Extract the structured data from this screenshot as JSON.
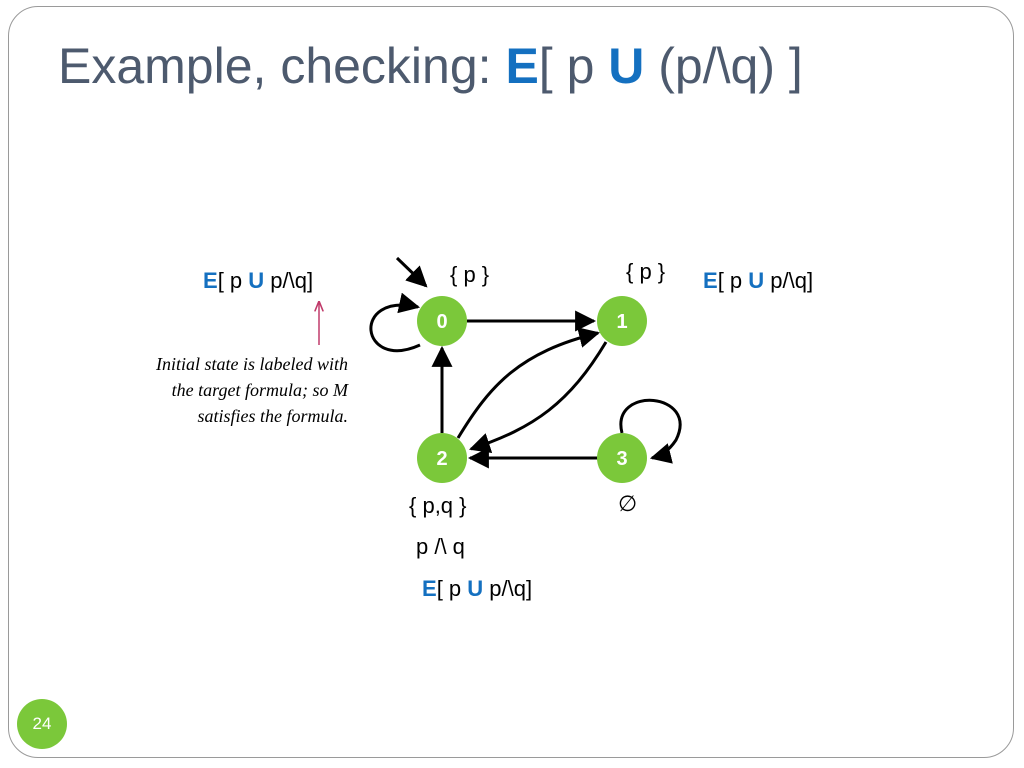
{
  "title": {
    "prefix": "Example, checking:  ",
    "E": "E",
    "part1": "[ p ",
    "U": "U",
    "part2": " (p/\\q) ]"
  },
  "states": [
    {
      "id": "0",
      "label_set": "{ p }"
    },
    {
      "id": "1",
      "label_set": "{ p }"
    },
    {
      "id": "2",
      "label_set": "{ p,q }"
    },
    {
      "id": "3",
      "label_set": "∅"
    }
  ],
  "formula": {
    "E": "E",
    "mid": "[ p ",
    "U": "U",
    "tail": "  p/\\q]"
  },
  "state2_conj": "p /\\ q",
  "annotation": [
    "Initial state is labeled with",
    "the target formula; so M",
    "satisfies the formula."
  ],
  "page_number": "24",
  "colors": {
    "state_fill": "#7bc83a",
    "accent_blue": "#1470c0",
    "label_red": "#c00000",
    "title": "#4d5a6e",
    "pointer_arrow": "#c03a6a"
  }
}
